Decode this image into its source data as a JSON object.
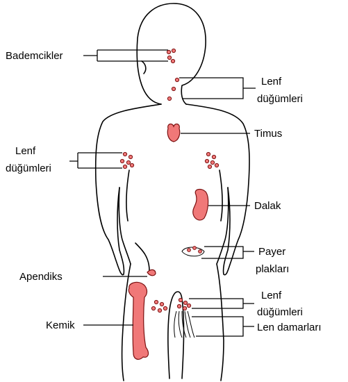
{
  "labels": {
    "tonsils": "Bademcikler",
    "neck_nodes_line1": "Lenf",
    "neck_nodes_line2": "düğümleri",
    "thymus": "Timus",
    "armpit_nodes_line1": "Lenf",
    "armpit_nodes_line2": "düğümleri",
    "spleen": "Dalak",
    "payer_line1": "Payer",
    "payer_line2": "plakları",
    "appendix": "Apendiks",
    "groin_nodes_line1": "Lenf",
    "groin_nodes_line2": "düğümleri",
    "bone": "Kemik",
    "lymph_vessels": "Len damarları"
  },
  "colors": {
    "organ_fill": "#f07878",
    "organ_stroke": "#7a1010",
    "outline": "#000000",
    "background": "#ffffff"
  }
}
